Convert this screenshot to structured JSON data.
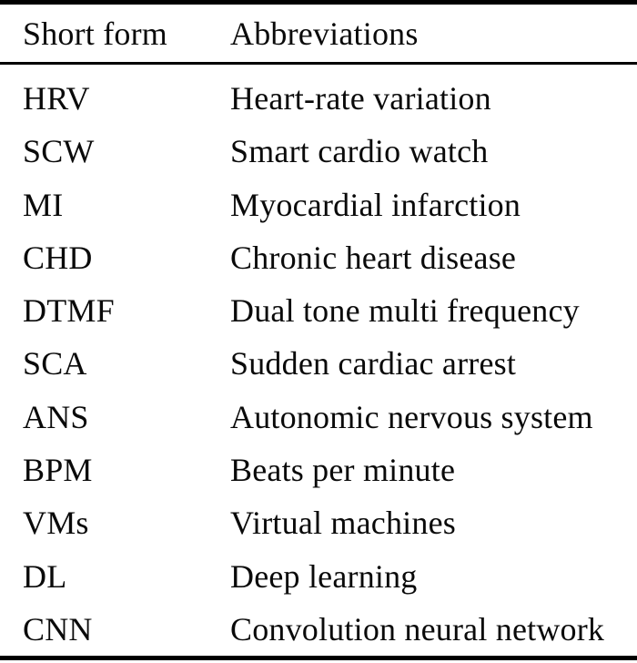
{
  "table": {
    "headers": {
      "short": "Short form",
      "full": "Abbreviations"
    },
    "rows": [
      {
        "short": "HRV",
        "full": "Heart-rate variation"
      },
      {
        "short": "SCW",
        "full": "Smart cardio watch"
      },
      {
        "short": "MI",
        "full": "Myocardial infarction"
      },
      {
        "short": "CHD",
        "full": "Chronic heart disease"
      },
      {
        "short": "DTMF",
        "full": "Dual tone multi frequency"
      },
      {
        "short": "SCA",
        "full": "Sudden cardiac arrest"
      },
      {
        "short": "ANS",
        "full": "Autonomic nervous system"
      },
      {
        "short": "BPM",
        "full": "Beats per minute"
      },
      {
        "short": "VMs",
        "full": "Virtual machines"
      },
      {
        "short": "DL",
        "full": "Deep learning"
      },
      {
        "short": "CNN",
        "full": "Convolution neural network"
      }
    ]
  },
  "colors": {
    "rule": "#000000",
    "text": "#0a0a0a",
    "background": "#ffffff"
  }
}
